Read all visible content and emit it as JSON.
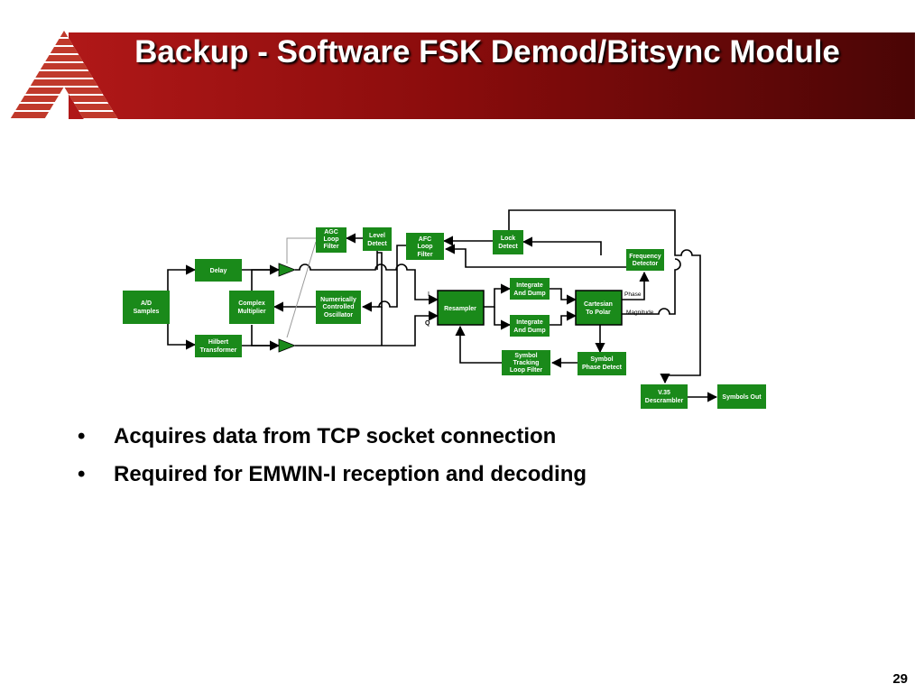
{
  "title": "Backup - Software FSK Demod/Bitsync Module",
  "colors": {
    "header": "#8a0c0c",
    "block": "#1a8a1a",
    "text": "#000000"
  },
  "diagram": {
    "blocks": {
      "ad": [
        "A/D",
        "Samples"
      ],
      "delay": [
        "Delay"
      ],
      "complex": [
        "Complex",
        "Multiplier"
      ],
      "hilbert": [
        "Hilbert",
        "Transformer"
      ],
      "agc": [
        "AGC",
        "Loop",
        "Filter"
      ],
      "level": [
        "Level",
        "Detect"
      ],
      "nco": [
        "Numerically",
        "Controlled",
        "Oscillator"
      ],
      "afc": [
        "AFC",
        "Loop",
        "Filter"
      ],
      "lock": [
        "Lock",
        "Detect"
      ],
      "freq": [
        "Frequency",
        "Detector"
      ],
      "resampler": [
        "Resampler"
      ],
      "int1": [
        "Integrate",
        "And Dump"
      ],
      "int2": [
        "Integrate",
        "And Dump"
      ],
      "c2p": [
        "Cartesian",
        "To Polar"
      ],
      "sym_loop": [
        "Symbol",
        "Tracking",
        "Loop Filter"
      ],
      "sym_phase": [
        "Symbol",
        "Phase Detect"
      ],
      "v35": [
        "V.35",
        "Descrambler"
      ],
      "symout": [
        "Symbols Out"
      ]
    },
    "labels": {
      "i": "I",
      "q": "Q",
      "phase": "Phase",
      "magnitude": "Magnitude"
    }
  },
  "bullets": [
    "Acquires data from TCP socket connection",
    "Required for EMWIN-I reception and decoding"
  ],
  "page_number": "29"
}
